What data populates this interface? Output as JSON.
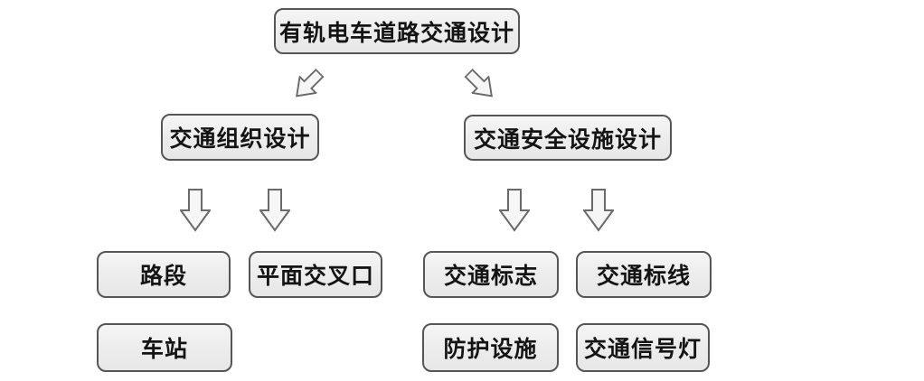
{
  "root": {
    "label": "有轨电车道路交通设计"
  },
  "branches": [
    {
      "label": "交通组织设计",
      "children": [
        {
          "label": "路段"
        },
        {
          "label": "平面交叉口"
        },
        {
          "label": "车站"
        }
      ]
    },
    {
      "label": "交通安全设施设计",
      "children": [
        {
          "label": "交通标志"
        },
        {
          "label": "交通标线"
        },
        {
          "label": "防护设施"
        },
        {
          "label": "交通信号灯"
        }
      ]
    }
  ],
  "icons": {
    "root_to_left_branch": "block-arrow-down-left",
    "root_to_right_branch": "block-arrow-down-right",
    "branch_to_children": "block-arrow-down"
  },
  "colors": {
    "background": "#ffffff",
    "box_fill": "#ededed",
    "box_border": "#565656",
    "arrow_fill": "#f6f6f6",
    "arrow_stroke": "#6a6a6a",
    "text": "#141414"
  }
}
